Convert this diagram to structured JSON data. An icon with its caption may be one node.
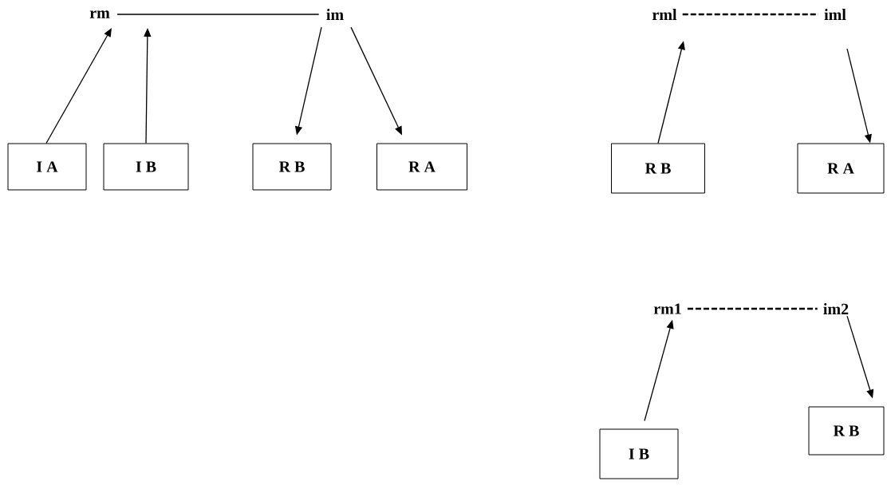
{
  "diagram": {
    "nodes": [
      {
        "text": [
          "rm"
        ]
      },
      {
        "text": [
          "im"
        ]
      },
      {
        "text": [
          "I A"
        ]
      },
      {
        "text": [
          "I B"
        ]
      },
      {
        "text": [
          "R B"
        ]
      },
      {
        "text": [
          "R A"
        ]
      },
      {
        "text": [
          "rml"
        ]
      },
      {
        "text": [
          "iml"
        ]
      },
      {
        "text": [
          "R B"
        ]
      },
      {
        "text": [
          "R A"
        ]
      },
      {
        "text": [
          "rm1"
        ]
      },
      {
        "text": [
          "im2"
        ]
      },
      {
        "text": [
          "I B"
        ]
      },
      {
        "text": [
          "R B"
        ]
      }
    ],
    "edges": [
      {
        "from": 0,
        "to": 1,
        "arrow": "none"
      },
      {
        "from": 2,
        "to": 0,
        "arrow": "to"
      },
      {
        "from": 3,
        "to": 0,
        "arrow": "to"
      },
      {
        "from": 1,
        "to": 4,
        "arrow": "to"
      },
      {
        "from": 1,
        "to": 5,
        "arrow": "to"
      },
      {
        "from": 6,
        "to": 7,
        "arrow": "none",
        "style": "dashed"
      },
      {
        "from": 8,
        "to": 6,
        "arrow": "to"
      },
      {
        "from": 7,
        "to": 9,
        "arrow": "to"
      },
      {
        "from": 10,
        "to": 11,
        "arrow": "none",
        "style": "dashed"
      },
      {
        "from": 12,
        "to": 10,
        "arrow": "to"
      },
      {
        "from": 11,
        "to": 13,
        "arrow": "to"
      }
    ]
  }
}
